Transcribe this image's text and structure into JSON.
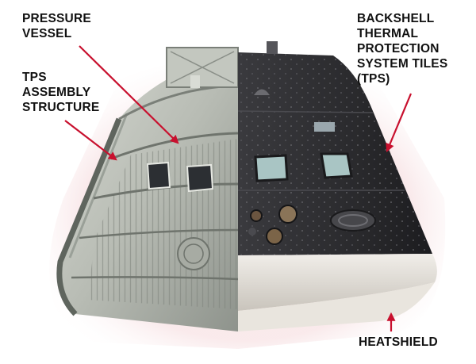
{
  "labels": {
    "pressure_vessel": [
      "PRESSURE",
      "VESSEL"
    ],
    "tps_assembly_structure": [
      "TPS",
      "ASSEMBLY",
      "STRUCTURE"
    ],
    "backshell_tps": [
      "BACKSHELL",
      "THERMAL",
      "PROTECTION",
      "SYSTEM TILES",
      "(TPS)"
    ],
    "heatshield": [
      "HEATSHIELD"
    ]
  },
  "colors": {
    "arrow": "#c8102e",
    "backshell": "#2a2a2d",
    "heatshield": "#e4e0d9",
    "structure": "#b4b8b0",
    "glow": "#f7e4e6",
    "text": "#111111"
  }
}
